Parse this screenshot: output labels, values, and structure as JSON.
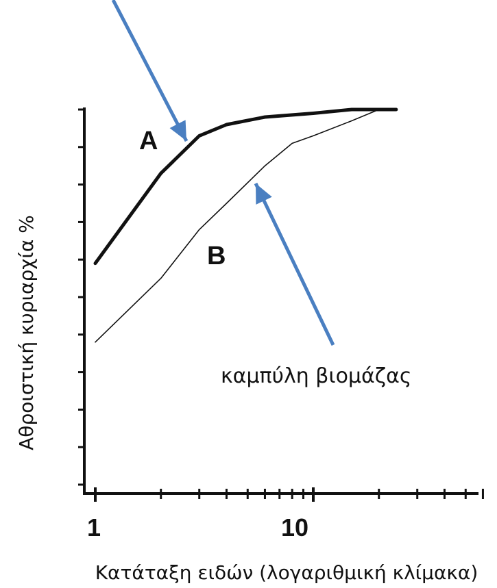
{
  "chart_data": {
    "type": "line",
    "x_scale": "log",
    "xlim": [
      1,
      60
    ],
    "ylim": [
      0,
      100
    ],
    "x_tick_labels": [
      "1",
      "10"
    ],
    "xlabel": "Κατάταξη ειδών (λογαριθμική κλίμακα)",
    "ylabel": "Αθροιστική κυριαρχία %",
    "series": [
      {
        "name": "A",
        "x": [
          1,
          2,
          3,
          4,
          6,
          10,
          15,
          20,
          24
        ],
        "y": [
          61,
          85,
          95,
          98,
          100,
          101,
          102,
          102,
          102
        ]
      },
      {
        "name": "B",
        "x": [
          1,
          2,
          3,
          4,
          6,
          8,
          10,
          15,
          20,
          24
        ],
        "y": [
          40,
          57,
          70,
          77,
          87,
          93,
          95,
          99,
          102,
          102
        ]
      }
    ],
    "annotations": [
      {
        "text": "καμπύλη βιομάζας",
        "target_series": "B"
      }
    ],
    "colors": {
      "curves": "#111111",
      "arrows": "#4a7fc1"
    },
    "grid": false
  }
}
